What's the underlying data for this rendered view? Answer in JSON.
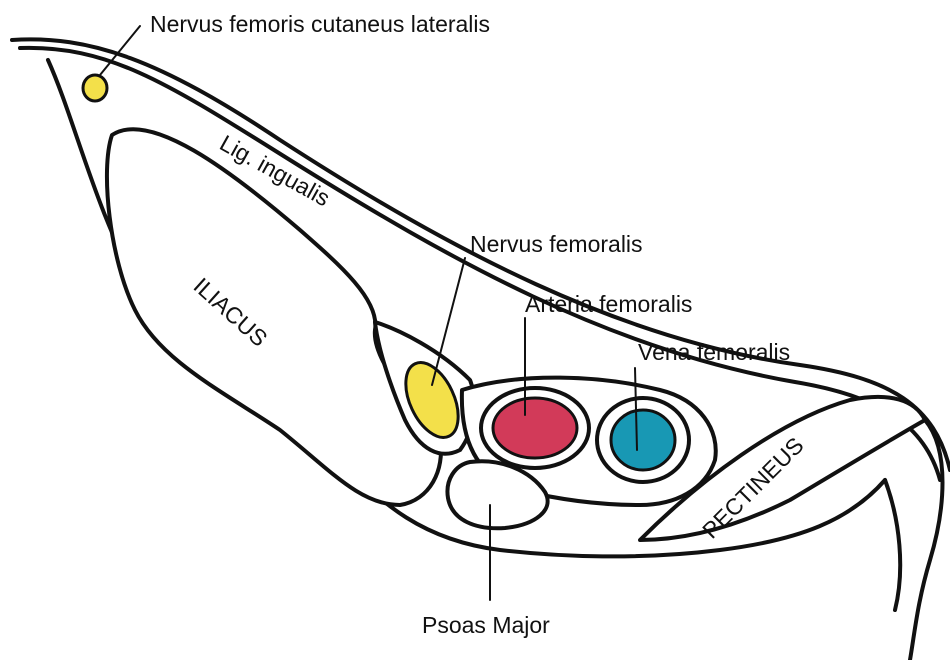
{
  "labels": {
    "nervus_femoris_cutaneus_lateralis": "Nervus femoris cutaneus lateralis",
    "lig_ingualis": "Lig. ingualis",
    "iliacus": "ILIACUS",
    "nervus_femoralis": "Nervus femoralis",
    "arteria_femoralis": "Arteria femoralis",
    "vena_femoralis": "Vena femoralis",
    "pectineus": "PECTINEUS",
    "psoas_major": "Psoas Major"
  },
  "colors": {
    "nerve": "#f3e04a",
    "artery": "#d23a59",
    "vein": "#1898b4",
    "outline": "#111111",
    "background": "#ffffff"
  }
}
